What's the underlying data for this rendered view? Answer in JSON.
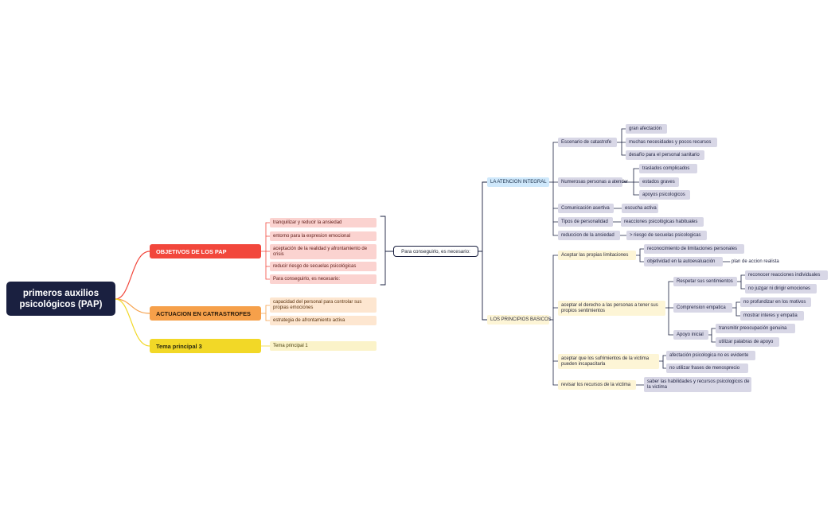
{
  "root": "primeros auxilios psicológicos (PAP)",
  "branches": {
    "objetivos": {
      "title": "OBJETIVOS DE LOS PAP",
      "items": [
        "tranquilizar y reducir la ansiedad",
        "entorno para la expresion emocional",
        "aceptación de la realidad y afrontamiento de crisis",
        "reducir riesgo de secuelas psicológicas",
        "Para conseguirlo, es necesario:"
      ]
    },
    "actuacion": {
      "title": "ACTUACION EN CATRASTROFES",
      "items": [
        "capacidad del personal para controlar sus propias emociones",
        "estrategia de afrontamiento activa"
      ]
    },
    "tema3": {
      "title": "Tema principal 3",
      "items": [
        "Tema principal 1"
      ]
    }
  },
  "summary": "Para conseguirlo, es necesario:",
  "atencion": {
    "title": "LA ATENCION INTEGRAL",
    "escenario": {
      "label": "Escenario de catastrofe",
      "items": [
        "gran afectación",
        "muchas necesidades y pocos recursos",
        "desafío para el personal sanitario"
      ]
    },
    "numerosas": {
      "label": "Numerosas personas a atender",
      "items": [
        "traslados complicados",
        "estados graves",
        "apoyos psicologicos"
      ]
    },
    "comunicacion": {
      "label": "Comunicación asertiva",
      "item": "escucha activa"
    },
    "tipos": {
      "label": "Tipos de personalidad",
      "item": "reacciones psicológicas habituales"
    },
    "reduccion": {
      "label": "reduccion de la ansiedad",
      "item": "> riesgo de secuelas psicologicas"
    }
  },
  "principios": {
    "title": "LOS PRINCIPIOS BASICOS",
    "limitaciones": {
      "label": "Aceptar las propias limitaciones",
      "item1": "reconocimiento de limitaciones personales",
      "item2": "objetividad en la autoevaluación",
      "item2_child": "plan de accion realista"
    },
    "derecho": {
      "label": "aceptar el derecho a las personas a tener sus propios sentimientos",
      "respetar": {
        "label": "Respetar sus sentimientos",
        "items": [
          "reconocer reacciones individuales",
          "no juzgar ni dirigir emociones"
        ]
      },
      "empatica": {
        "label": "Comprension empatica",
        "items": [
          "no profundizar en los motivos",
          "mostrar interes y empatia"
        ]
      },
      "apoyo": {
        "label": "Apoyo inicial",
        "items": [
          "transmitir preocupación genuina",
          "utilizar palabras de apoyo"
        ]
      }
    },
    "sufrimientos": {
      "label": "aceptar que los sufrimientos de la victima pueden incapacitarla",
      "items": [
        "afectación psicologica no es evidente",
        "no utilizar frases de menosprecio"
      ]
    },
    "recursos": {
      "label": "revisar los recursos de la victima",
      "item": "saber las habilidades y recursos psicologicos de la victima"
    }
  },
  "colors": {
    "dark_navy": "#1a2040",
    "red": "#f2473c",
    "orange": "#f6a04a",
    "yellow": "#f2d827",
    "lavender": "#d8d7e6",
    "light_blue": "#cfe8fb",
    "cream": "#fdf5d6"
  }
}
